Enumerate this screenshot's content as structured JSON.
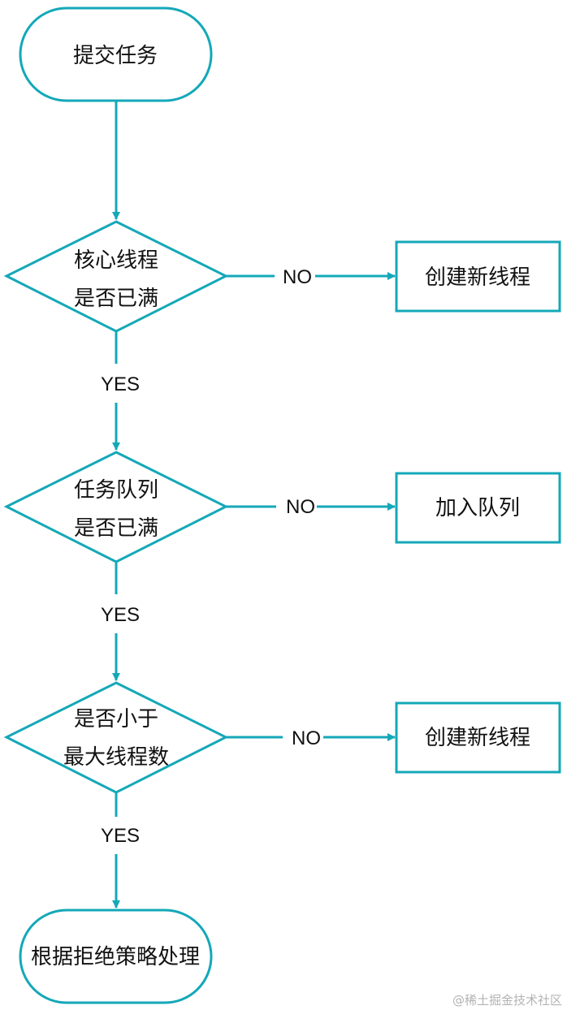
{
  "colors": {
    "accent": "#14a8b8",
    "text": "#111111",
    "watermark": "#b3b3b3"
  },
  "nodes": {
    "start": {
      "label": "提交任务"
    },
    "core_full": {
      "line1": "核心线程",
      "line2": "是否已满"
    },
    "create_thread_1": {
      "label": "创建新线程"
    },
    "queue_full": {
      "line1": "任务队列",
      "line2": "是否已满"
    },
    "add_queue": {
      "label": "加入队列"
    },
    "less_than_max": {
      "line1": "是否小于",
      "line2": "最大线程数"
    },
    "create_thread_2": {
      "label": "创建新线程"
    },
    "reject": {
      "label": "根据拒绝策略处理"
    }
  },
  "edges": {
    "yes_label": "YES",
    "no_label": "NO"
  },
  "watermark": "@稀土掘金技术社区"
}
